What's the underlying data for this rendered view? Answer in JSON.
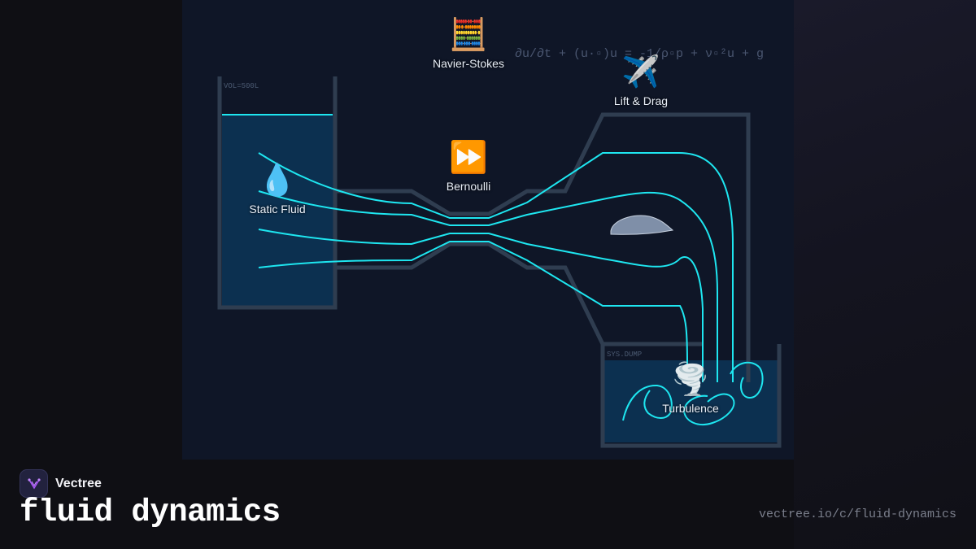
{
  "diagram": {
    "equation": "∂u/∂t + (u·▫)u = -1/ρ▫p + ν▫²u + g",
    "tank_label": "VOL=500L",
    "dump_label": "SYS.DUMP",
    "nodes": {
      "navier_stokes": {
        "emoji": "🧮",
        "label": "Navier-Stokes"
      },
      "lift_drag": {
        "emoji": "✈️",
        "label": "Lift & Drag"
      },
      "bernoulli": {
        "emoji": "⏩",
        "label": "Bernoulli"
      },
      "static_fluid": {
        "emoji": "💧",
        "label": "Static Fluid"
      },
      "turbulence": {
        "emoji": "🌪️",
        "label": "Turbulence"
      }
    },
    "colors": {
      "streamline": "#1ee6f0",
      "pipe": "#2f3d50",
      "fluid": "#0c3050",
      "panel": "#0f1627"
    }
  },
  "footer": {
    "brand": "Vectree",
    "title": "fluid dynamics",
    "url": "vectree.io/c/fluid-dynamics"
  }
}
